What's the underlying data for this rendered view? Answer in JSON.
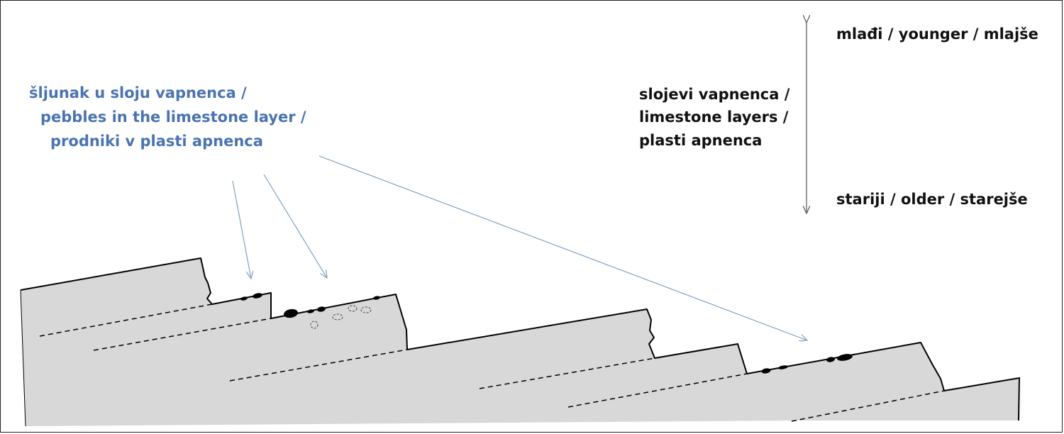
{
  "colors": {
    "rock_fill": "#d9d8d8",
    "outline": "#000000",
    "annotation_blue": "#4a73b0",
    "arrow_blue": "#7f9fc2",
    "time_arrow": "#555555",
    "pebble": "#000000"
  },
  "labels": {
    "pebbles": [
      "šljunak u sloju vapnenca /",
      "pebbles in the limestone layer /",
      "prodniki v plasti apnenca"
    ],
    "layers": [
      "slojevi vapnenca /",
      "limestone layers /",
      "plasti apnenca"
    ],
    "younger": "mlađi / younger / mlajše",
    "older": "stariji / older / starejše"
  }
}
